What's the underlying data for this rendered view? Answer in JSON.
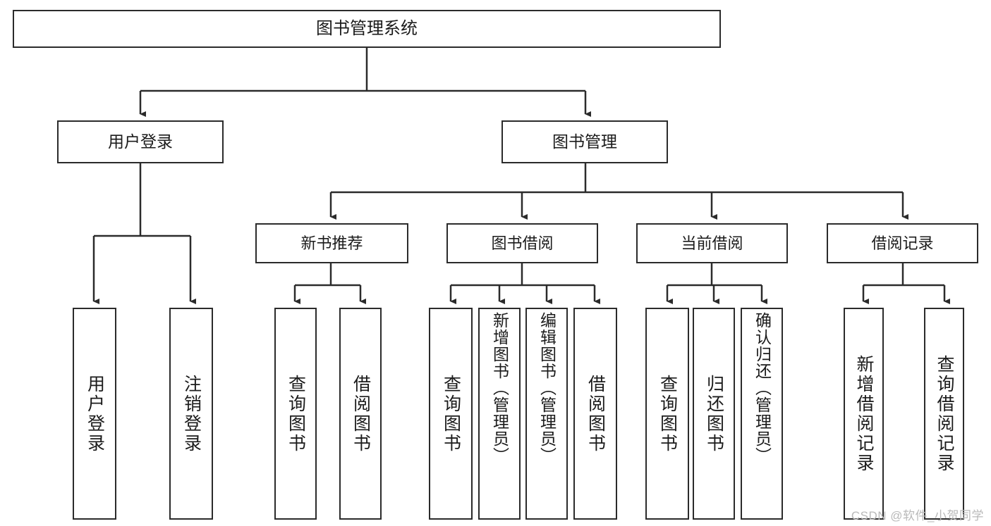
{
  "diagram": {
    "title": "图书管理系统",
    "watermark": "CSDN @软件_小贺同学",
    "colors": {
      "stroke": "#2b2b2b",
      "box_fill": "#ffffff",
      "text": "#1b1b1b",
      "background": "#ffffff",
      "watermark": "#b9b9b9"
    },
    "nodes": {
      "root": "图书管理系统",
      "user_login": "用户登录",
      "book_manage": "图书管理",
      "new_book_rec": "新书推荐",
      "book_borrow": "图书借阅",
      "current_borrow": "当前借阅",
      "borrow_record": "借阅记录",
      "leaf_user_login": "用户登录",
      "leaf_logout_login": "注销登录",
      "leaf_query_book_1": "查询图书",
      "leaf_borrow_book_1": "借阅图书",
      "leaf_query_book_2": "查询图书",
      "leaf_add_book_admin": "新增图书（管理员）",
      "leaf_edit_book_admin": "编辑图书（管理员）",
      "leaf_borrow_book_2": "借阅图书",
      "leaf_query_book_3": "查询图书",
      "leaf_return_book": "归还图书",
      "leaf_confirm_return_admin": "确认归还（管理员）",
      "leaf_add_borrow_record": "新增借阅记录",
      "leaf_query_borrow_record": "查询借阅记录"
    },
    "tree": {
      "root": "图书管理系统",
      "children": [
        {
          "label": "用户登录",
          "children": [
            {
              "label": "用户登录"
            },
            {
              "label": "注销登录"
            }
          ]
        },
        {
          "label": "图书管理",
          "children": [
            {
              "label": "新书推荐",
              "children": [
                {
                  "label": "查询图书"
                },
                {
                  "label": "借阅图书"
                }
              ]
            },
            {
              "label": "图书借阅",
              "children": [
                {
                  "label": "查询图书"
                },
                {
                  "label": "新增图书（管理员）"
                },
                {
                  "label": "编辑图书（管理员）"
                },
                {
                  "label": "借阅图书"
                }
              ]
            },
            {
              "label": "当前借阅",
              "children": [
                {
                  "label": "查询图书"
                },
                {
                  "label": "归还图书"
                },
                {
                  "label": "确认归还（管理员）"
                }
              ]
            },
            {
              "label": "借阅记录",
              "children": [
                {
                  "label": "新增借阅记录"
                },
                {
                  "label": "查询借阅记录"
                }
              ]
            }
          ]
        }
      ]
    }
  }
}
